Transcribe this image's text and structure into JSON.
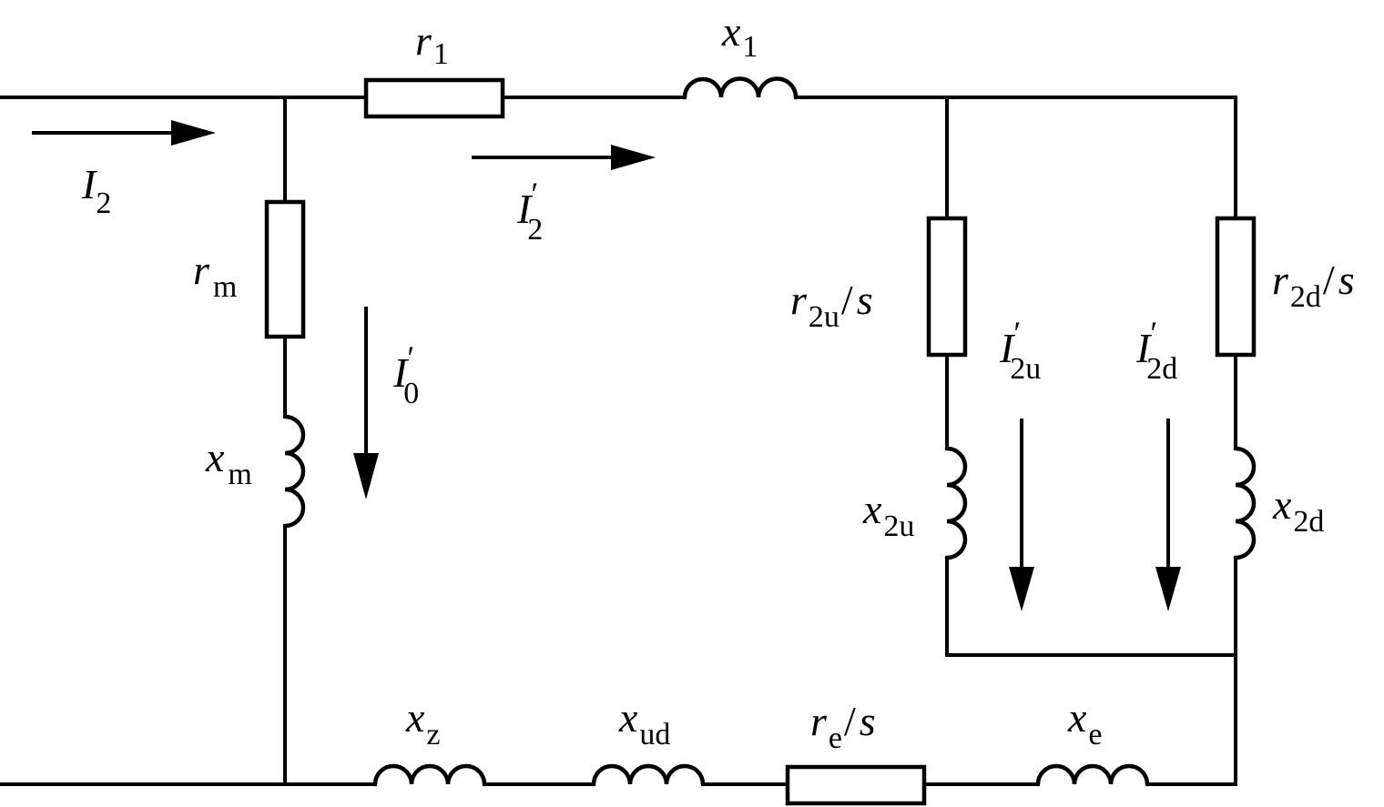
{
  "labels": {
    "I2": {
      "main": "I",
      "sub": "2"
    },
    "r1": {
      "main": "r",
      "sub": "1"
    },
    "x1": {
      "main": "x",
      "sub": "1"
    },
    "I2p": {
      "main": "I",
      "prime": "′",
      "sub": "2"
    },
    "rm": {
      "main": "r",
      "sub": "m"
    },
    "xm": {
      "main": "x",
      "sub": "m"
    },
    "I0p": {
      "main": "I",
      "prime": "′",
      "sub": "0"
    },
    "r2u": {
      "main": "r",
      "sub": "2u",
      "slash": "/",
      "tail": "s"
    },
    "r2d": {
      "main": "r",
      "sub": "2d",
      "slash": "/",
      "tail": "s"
    },
    "I2up": {
      "main": "I",
      "prime": "′",
      "sub": "2u"
    },
    "I2dp": {
      "main": "I",
      "prime": "′",
      "sub": "2d"
    },
    "x2u": {
      "main": "x",
      "sub": "2u"
    },
    "x2d": {
      "main": "x",
      "sub": "2d"
    },
    "xz": {
      "main": "x",
      "sub": "z"
    },
    "xud": {
      "main": "x",
      "sub": "ud"
    },
    "re": {
      "main": "r",
      "sub": "e",
      "slash": "/",
      "tail": "s"
    },
    "xe": {
      "main": "x",
      "sub": "e"
    }
  }
}
